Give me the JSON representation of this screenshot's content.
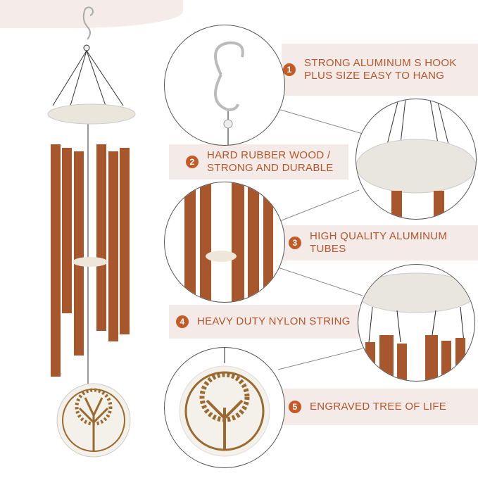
{
  "features": [
    {
      "number": "1",
      "text": "STRONG ALUMINUM S HOOK PLUS SIZE EASY TO HANG"
    },
    {
      "number": "2",
      "text": "HARD  RUBBER WOOD / STRONG AND DURABLE"
    },
    {
      "number": "3",
      "text": "HIGH QUALITY ALUMINUM TUBES"
    },
    {
      "number": "4",
      "text": "HEAVY DUTY NYLON STRING"
    },
    {
      "number": "5",
      "text": "ENGRAVED TREE OF LIFE"
    }
  ],
  "colors": {
    "accent": "#c45a25",
    "text": "#b5562a",
    "band": "#f4eae7",
    "copper": "#a8572c"
  }
}
